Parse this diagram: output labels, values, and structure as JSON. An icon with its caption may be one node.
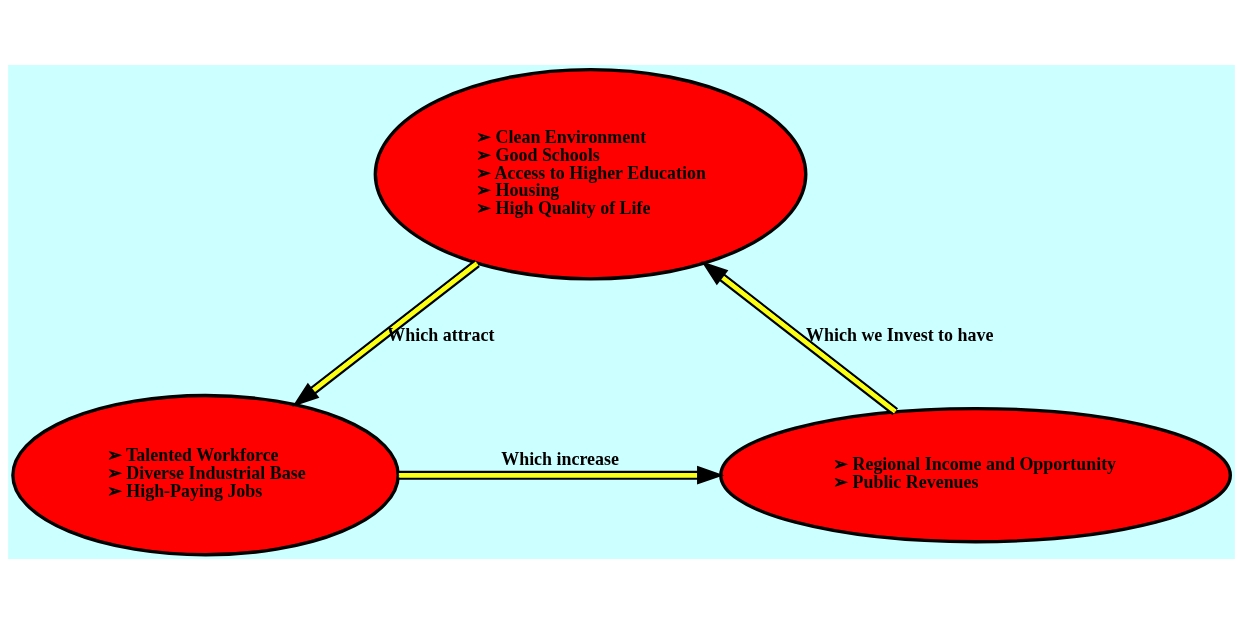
{
  "diagram": {
    "nodes": [
      {
        "text": [
          "➢ Clean Environment",
          "➢ Good Schools",
          "➢ Access to Higher Education",
          "➢ Housing",
          "➢ High Quality of Life"
        ]
      },
      {
        "text": [
          "➢ Talented Workforce",
          "➢ Diverse Industrial Base",
          "➢ High-Paying Jobs"
        ]
      },
      {
        "text": [
          "➢ Regional Income and Opportunity",
          "➢ Public Revenues"
        ]
      }
    ],
    "edges": [
      {
        "from": 0,
        "to": 1,
        "arrow": "to",
        "label": "Which attract"
      },
      {
        "from": 1,
        "to": 2,
        "arrow": "to",
        "label": "Which increase"
      },
      {
        "from": 2,
        "to": 0,
        "arrow": "to",
        "label": "Which we Invest to have"
      }
    ]
  }
}
